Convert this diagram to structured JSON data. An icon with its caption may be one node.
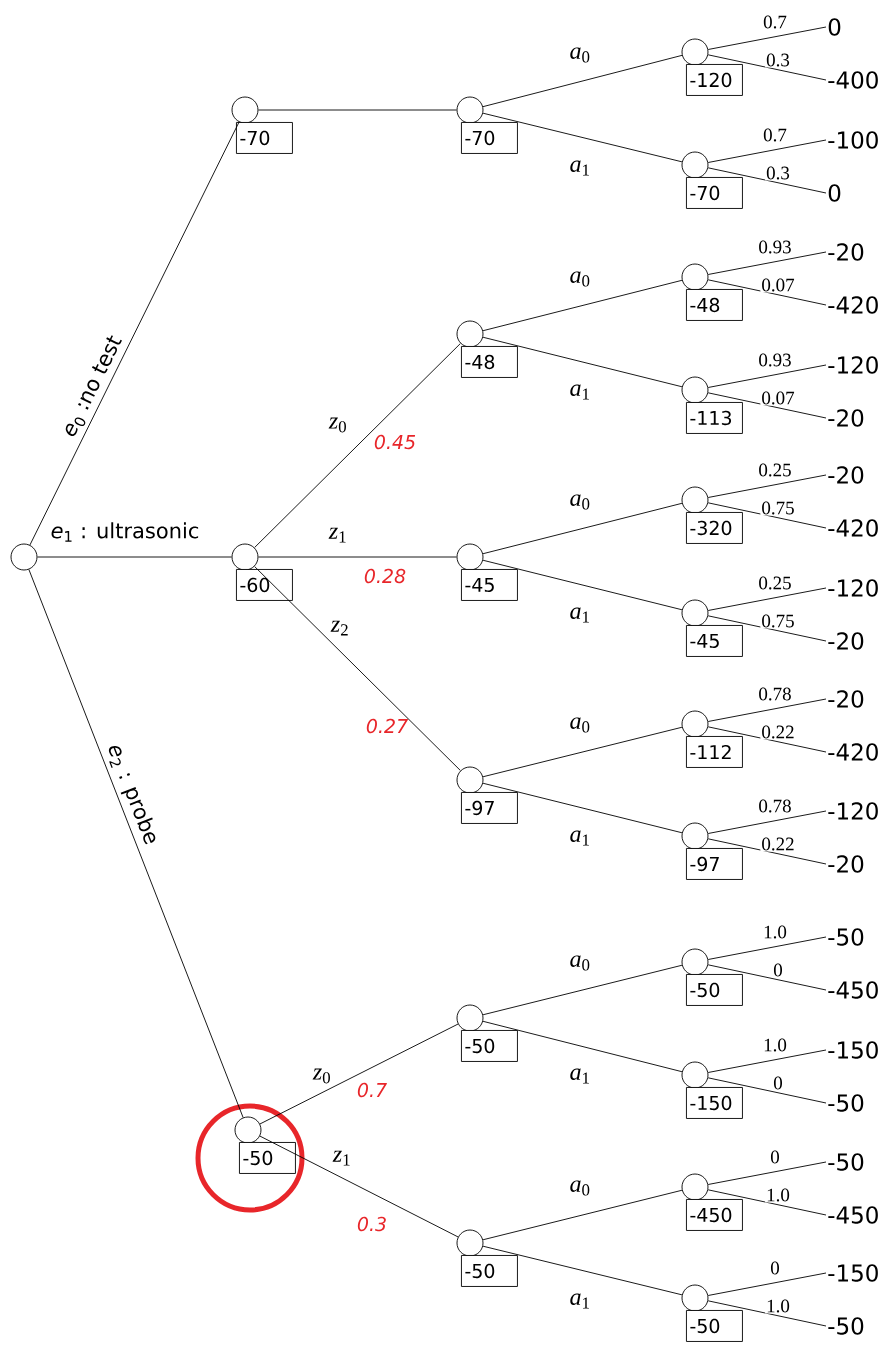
{
  "diagram": {
    "nodes": [
      {
        "text": [],
        "shape": "circle"
      },
      {
        "text": [
          "-70"
        ]
      },
      {
        "text": [
          "-60"
        ]
      },
      {
        "text": [
          "-50"
        ]
      },
      {
        "text": [
          "-70"
        ]
      },
      {
        "text": [
          "-48"
        ]
      },
      {
        "text": [
          "-45"
        ]
      },
      {
        "text": [
          "-97"
        ]
      },
      {
        "text": [
          "-50"
        ]
      },
      {
        "text": [
          "-50"
        ]
      },
      {
        "text": [
          "-120"
        ]
      },
      {
        "text": [
          "-70"
        ]
      },
      {
        "text": [
          "-48"
        ]
      },
      {
        "text": [
          "-113"
        ]
      },
      {
        "text": [
          "-320"
        ]
      },
      {
        "text": [
          "-45"
        ]
      },
      {
        "text": [
          "-112"
        ]
      },
      {
        "text": [
          "-97"
        ]
      },
      {
        "text": [
          "-50"
        ]
      },
      {
        "text": [
          "-150"
        ]
      },
      {
        "text": [
          "-450"
        ]
      },
      {
        "text": [
          "-50"
        ]
      },
      {
        "text": [
          "0"
        ]
      },
      {
        "text": [
          "-400"
        ]
      },
      {
        "text": [
          "-100"
        ]
      },
      {
        "text": [
          "0"
        ]
      },
      {
        "text": [
          "-20"
        ]
      },
      {
        "text": [
          "-420"
        ]
      },
      {
        "text": [
          "-120"
        ]
      },
      {
        "text": [
          "-20"
        ]
      },
      {
        "text": [
          "-20"
        ]
      },
      {
        "text": [
          "-420"
        ]
      },
      {
        "text": [
          "-120"
        ]
      },
      {
        "text": [
          "-20"
        ]
      },
      {
        "text": [
          "-20"
        ]
      },
      {
        "text": [
          "-420"
        ]
      },
      {
        "text": [
          "-120"
        ]
      },
      {
        "text": [
          "-20"
        ]
      },
      {
        "text": [
          "-50"
        ]
      },
      {
        "text": [
          "-450"
        ]
      },
      {
        "text": [
          "-150"
        ]
      },
      {
        "text": [
          "-50"
        ]
      },
      {
        "text": [
          "-50"
        ]
      },
      {
        "text": [
          "-450"
        ]
      },
      {
        "text": [
          "-150"
        ]
      },
      {
        "text": [
          "-50"
        ]
      }
    ],
    "edges": [
      {
        "from": 0,
        "to": 1,
        "arrow": "none",
        "label": "*e*$_{0}$ :no test"
      },
      {
        "from": 0,
        "to": 2,
        "arrow": "none",
        "label": "*e*$_{1}$ : ultrasonic"
      },
      {
        "from": 0,
        "to": 3,
        "arrow": "none",
        "label": "*e*$_{2}$ : probe"
      },
      {
        "from": 1,
        "to": 4,
        "arrow": "none"
      },
      {
        "from": 2,
        "to": 5,
        "arrow": "none",
        "label": "*z*$_{0}$"
      },
      {
        "from": 2,
        "to": 6,
        "arrow": "none",
        "label": "*z*$_{1}$"
      },
      {
        "from": 2,
        "to": 7,
        "arrow": "none",
        "label": "*z*$_{2}$"
      },
      {
        "from": 3,
        "to": 8,
        "arrow": "none",
        "label": "*z*$_{0}$"
      },
      {
        "from": 3,
        "to": 9,
        "arrow": "none",
        "label": "*z*$_{1}$"
      },
      {
        "from": 4,
        "to": 10,
        "arrow": "none",
        "label": "*a*$_{0}$"
      },
      {
        "from": 4,
        "to": 11,
        "arrow": "none",
        "label": "*a*$_{1}$"
      },
      {
        "from": 5,
        "to": 12,
        "arrow": "none",
        "label": "*a*$_{0}$"
      },
      {
        "from": 5,
        "to": 13,
        "arrow": "none",
        "label": "*a*$_{1}$"
      },
      {
        "from": 6,
        "to": 14,
        "arrow": "none",
        "label": "*a*$_{0}$"
      },
      {
        "from": 6,
        "to": 15,
        "arrow": "none",
        "label": "*a*$_{1}$"
      },
      {
        "from": 7,
        "to": 16,
        "arrow": "none",
        "label": "*a*$_{0}$"
      },
      {
        "from": 7,
        "to": 17,
        "arrow": "none",
        "label": "*a*$_{1}$"
      },
      {
        "from": 8,
        "to": 18,
        "arrow": "none",
        "label": "*a*$_{0}$"
      },
      {
        "from": 8,
        "to": 19,
        "arrow": "none",
        "label": "*a*$_{1}$"
      },
      {
        "from": 9,
        "to": 20,
        "arrow": "none",
        "label": "*a*$_{0}$"
      },
      {
        "from": 9,
        "to": 21,
        "arrow": "none",
        "label": "*a*$_{1}$"
      },
      {
        "from": 10,
        "to": 22,
        "arrow": "none",
        "label": "0.7"
      },
      {
        "from": 10,
        "to": 23,
        "arrow": "none",
        "label": "0.3"
      },
      {
        "from": 11,
        "to": 24,
        "arrow": "none",
        "label": "0.7"
      },
      {
        "from": 11,
        "to": 25,
        "arrow": "none",
        "label": "0.3"
      },
      {
        "from": 12,
        "to": 26,
        "arrow": "none",
        "label": "0.93"
      },
      {
        "from": 12,
        "to": 27,
        "arrow": "none",
        "label": "0.07"
      },
      {
        "from": 13,
        "to": 28,
        "arrow": "none",
        "label": "0.93"
      },
      {
        "from": 13,
        "to": 29,
        "arrow": "none",
        "label": "0.07"
      },
      {
        "from": 14,
        "to": 30,
        "arrow": "none",
        "label": "0.25"
      },
      {
        "from": 14,
        "to": 31,
        "arrow": "none",
        "label": "0.75"
      },
      {
        "from": 15,
        "to": 32,
        "arrow": "none",
        "label": "0.25"
      },
      {
        "from": 15,
        "to": 33,
        "arrow": "none",
        "label": "0.75"
      },
      {
        "from": 16,
        "to": 34,
        "arrow": "none",
        "label": "0.78"
      },
      {
        "from": 16,
        "to": 35,
        "arrow": "none",
        "label": "0.22"
      },
      {
        "from": 17,
        "to": 36,
        "arrow": "none",
        "label": "0.78"
      },
      {
        "from": 17,
        "to": 37,
        "arrow": "none",
        "label": "0.22"
      },
      {
        "from": 18,
        "to": 38,
        "arrow": "none",
        "label": "1.0"
      },
      {
        "from": 18,
        "to": 39,
        "arrow": "none",
        "label": "0"
      },
      {
        "from": 19,
        "to": 40,
        "arrow": "none",
        "label": "1.0"
      },
      {
        "from": 19,
        "to": 41,
        "arrow": "none",
        "label": "0"
      },
      {
        "from": 20,
        "to": 42,
        "arrow": "none",
        "label": "0"
      },
      {
        "from": 20,
        "to": 43,
        "arrow": "none",
        "label": "1.0"
      },
      {
        "from": 21,
        "to": 44,
        "arrow": "none",
        "label": "0"
      },
      {
        "from": 21,
        "to": 45,
        "arrow": "none",
        "label": "1.0"
      }
    ],
    "labels": [
      "0.45",
      "0.28",
      "0.27",
      "0.7",
      "0.3"
    ]
  }
}
